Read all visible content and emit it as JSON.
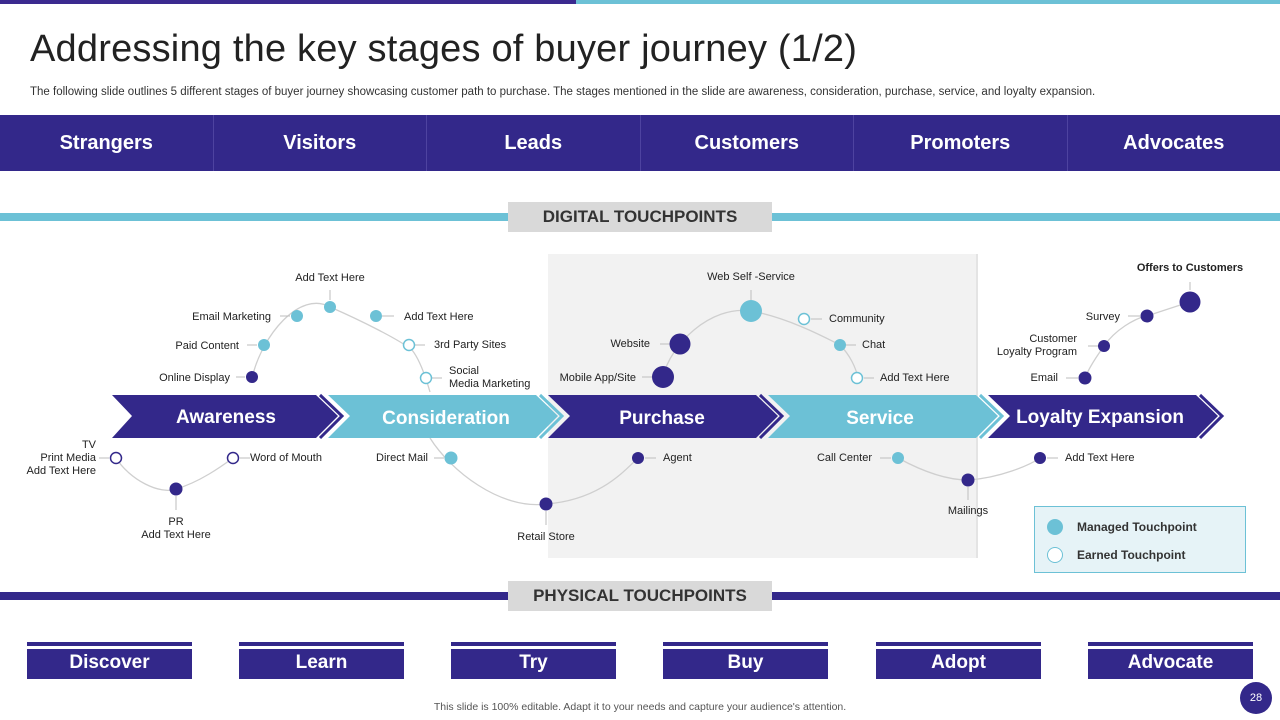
{
  "title": "Addressing  the key stages of buyer journey (1/2)",
  "subtitle": "The following slide outlines 5 different stages of buyer journey showcasing customer path to purchase. The stages mentioned in the slide are awareness, consideration, purchase, service, and loyalty expansion.",
  "personas": [
    "Strangers",
    "Visitors",
    "Leads",
    "Customers",
    "Promoters",
    "Advocates"
  ],
  "digital_label": "DIGITAL TOUCHPOINTS",
  "physical_label": "PHYSICAL TOUCHPOINTS",
  "stages": [
    "Awareness",
    "Consideration",
    "Purchase",
    "Service",
    "Loyalty Expansion"
  ],
  "touchpoints": {
    "add_text_top": "Add Text Here",
    "email_marketing": "Email  Marketing",
    "add_text_right": "Add Text Here",
    "paid_content": "Paid Content",
    "third_party": "3rd Party Sites",
    "online_display": "Online Display",
    "social_1": "Social",
    "social_2": "Media Marketing",
    "tv_1": "TV",
    "tv_2": "Print Media",
    "tv_3": "Add Text Here",
    "word_of_mouth": "Word of Mouth",
    "pr_1": "PR",
    "pr_2": "Add Text Here",
    "direct_mail": "Direct Mail",
    "retail_store": "Retail Store",
    "web_self_service": "Web Self -Service",
    "website": "Website",
    "mobile_app": "Mobile App/Site",
    "community": "Community",
    "chat": "Chat",
    "add_text_service": "Add Text Here",
    "agent": "Agent",
    "call_center": "Call Center",
    "mailings": "Mailings",
    "offers": "Offers to Customers",
    "survey": "Survey",
    "loyalty_1": "Customer",
    "loyalty_2": "Loyalty Program",
    "email": "Email",
    "add_text_loyalty": "Add Text Here"
  },
  "legend": {
    "managed": "Managed Touchpoint",
    "earned": "Earned Touchpoint"
  },
  "phases": [
    "Discover",
    "Learn",
    "Try",
    "Buy",
    "Adopt",
    "Advocate"
  ],
  "footer": "This slide is 100% editable.  Adapt it to your needs and capture your audience's attention.",
  "page_number": "28",
  "colors": {
    "purple": "#33288a",
    "teal": "#6cc1d6",
    "gray": "#d9d9d9"
  }
}
